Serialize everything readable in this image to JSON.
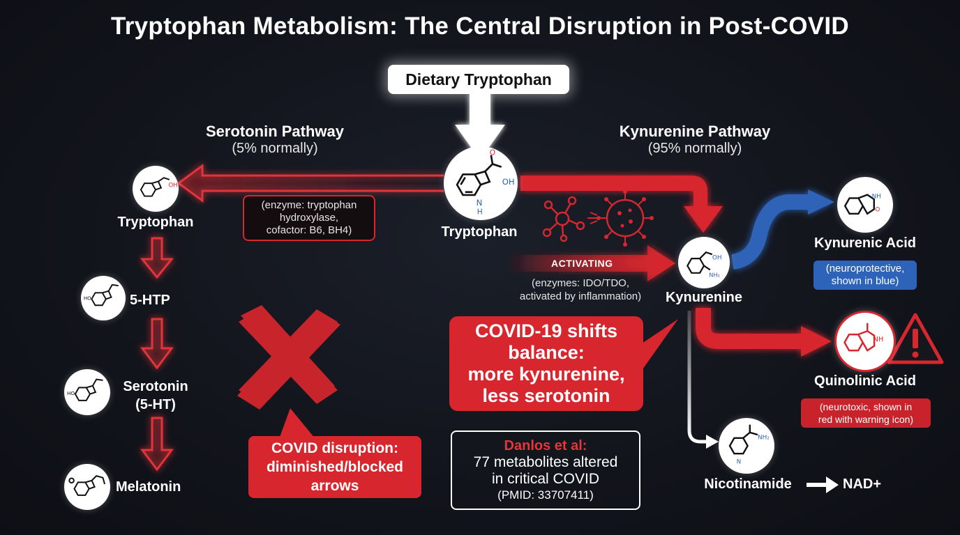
{
  "title": "Tryptophan Metabolism: The Central Disruption in Post-COVID",
  "dietary": "Dietary Tryptophan",
  "serotonin_pathway": {
    "title": "Serotonin Pathway",
    "sub": "(5% normally)"
  },
  "kynurenine_pathway": {
    "title": "Kynurenine Pathway",
    "sub": "(95% normally)"
  },
  "enzyme_left": [
    "(enzyme: tryptophan",
    "hydroxylase,",
    "cofactor: B6, BH4)"
  ],
  "enzyme_right": [
    "(enzymes: IDO/TDO,",
    "activated by inflammation)"
  ],
  "activating": "ACTIVATING",
  "molecules": {
    "tryptophan_center": "Tryptophan",
    "tryptophan_left": "Tryptophan",
    "htp": "5-HTP",
    "serotonin": [
      "Serotonin",
      "(5-HT)"
    ],
    "melatonin": "Melatonin",
    "kynurenine": "Kynurenine",
    "kynurenic_acid": "Kynurenic Acid",
    "quinolinic_acid": "Quinolinic Acid",
    "nicotinamide": "Nicotinamide",
    "nad": "NAD+"
  },
  "kynurenic_note": [
    "(neuroprotective,",
    "shown in blue)"
  ],
  "quinolinic_note": [
    "(neurotoxic, shown in",
    "red with warning icon)"
  ],
  "covid_shift": [
    "COVID-19 shifts",
    "balance:",
    "more kynurenine,",
    "less serotonin"
  ],
  "covid_disruption": [
    "COVID disruption:",
    "diminished/blocked",
    "arrows"
  ],
  "reference": {
    "author": "Danlos et al:",
    "line2": "77 metabolites altered",
    "line3": "in critical COVID",
    "pmid": "(PMID: 33707411)"
  },
  "struct_labels": {
    "oh": "OH",
    "nh": "NH",
    "n": "N",
    "h": "H",
    "o": "O",
    "nh2": "NH₂",
    "ho": "HO"
  },
  "colors": {
    "accent_red": "#d7262e",
    "accent_blue": "#2d63b8",
    "background": "#12141b"
  }
}
